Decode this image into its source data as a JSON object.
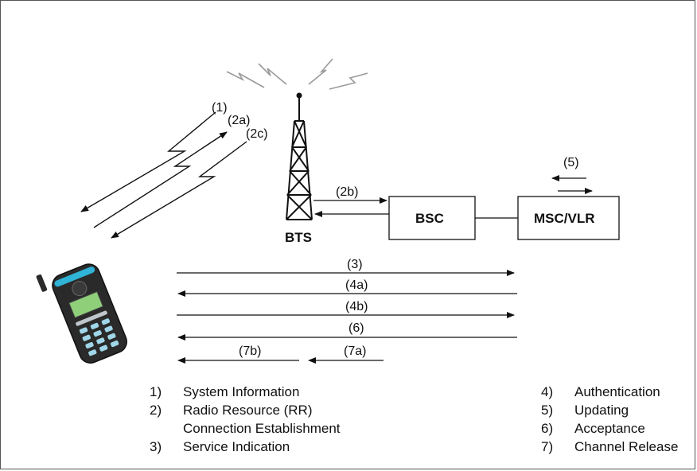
{
  "nodes": {
    "bts": "BTS",
    "bsc": "BSC",
    "msc": "MSC/VLR"
  },
  "step_labels": {
    "s1": "(1)",
    "s2a": "(2a)",
    "s2c": "(2c)",
    "s2b": "(2b)",
    "s5": "(5)",
    "s3": "(3)",
    "s4a": "(4a)",
    "s4b": "(4b)",
    "s6": "(6)",
    "s7a": "(7a)",
    "s7b": "(7b)"
  },
  "legend_left": [
    {
      "num": "1)",
      "text": "System Information"
    },
    {
      "num": "2)",
      "text": "Radio Resource (RR)"
    },
    {
      "num": "",
      "text": "Connection Establishment"
    },
    {
      "num": "3)",
      "text": "Service Indication"
    }
  ],
  "legend_right": [
    {
      "num": "4)",
      "text": "Authentication"
    },
    {
      "num": "5)",
      "text": "Updating"
    },
    {
      "num": "6)",
      "text": "Acceptance"
    },
    {
      "num": "7)",
      "text": "Channel Release"
    }
  ],
  "colors": {
    "line": "#111111",
    "signal": "#9a9a9a",
    "phone_body": "#2a2a2a",
    "phone_screen": "#8fcf7a",
    "phone_accent": "#2fb3d6"
  }
}
